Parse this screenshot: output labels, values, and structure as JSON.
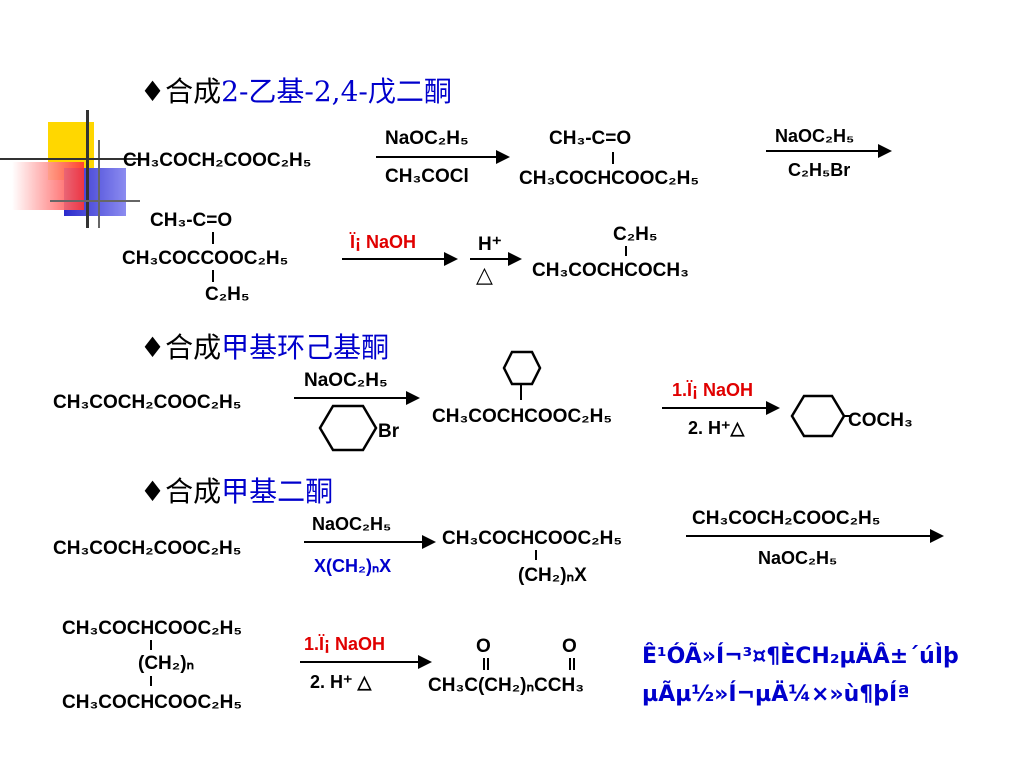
{
  "heading1": {
    "bullet": "♦",
    "prefix": "合成",
    "name": "2-乙基-2,4-戊二酮"
  },
  "heading2": {
    "bullet": "♦",
    "prefix": "合成",
    "name": "甲基环己基酮"
  },
  "heading3": {
    "bullet": "♦",
    "prefix": "合成",
    "name": "甲基二酮"
  },
  "reaction1": {
    "start": "CH₃COCH₂COOC₂H₅",
    "arrow1_top": "NaOC₂H₅",
    "arrow1_bottom": "CH₃COCl",
    "product1_top": "CH₃-C=O",
    "product1_main": "CH₃COCHCOOC₂H₅",
    "arrow2_top": "NaOC₂H₅",
    "arrow2_bottom": "C₂H₅Br",
    "intermediate_top": "CH₃-C=O",
    "intermediate_main": "CH₃COCCOOC₂H₅",
    "intermediate_bottom": "C₂H₅",
    "arrow3_top": "Ï¡ NaOH",
    "arrow4_top": "H⁺",
    "arrow4_bottom": "△",
    "final_top": "C₂H₅",
    "final_main": "CH₃COCHCOCH₃"
  },
  "reaction2": {
    "start": "CH₃COCH₂COOC₂H₅",
    "arrow1_top": "NaOC₂H₅",
    "arrow1_bottom": "Br",
    "product_main": "CH₃COCHCOOC₂H₅",
    "arrow2_top": "1.Ï¡ NaOH",
    "arrow2_bottom": "2. H⁺△",
    "final": "COCH₃"
  },
  "reaction3": {
    "start": "CH₃COCH₂COOC₂H₅",
    "arrow1_top": "NaOC₂H₅",
    "arrow1_bottom": "X(CH₂)ₙX",
    "product_main": "CH₃COCHCOOC₂H₅",
    "product_bottom": "(CH₂)ₙX",
    "arrow2_top": "CH₃COCH₂COOC₂H₅",
    "arrow2_bottom": "NaOC₂H₅"
  },
  "reaction4": {
    "line1": "CH₃COCHCOOC₂H₅",
    "line2": "(CH₂)ₙ",
    "line3": "CH₃COCHCOOC₂H₅",
    "arrow_top": "1.Ï¡ NaOH",
    "arrow_bottom": "2. H⁺ △",
    "o_left": "O",
    "o_right": "O",
    "final": "CH₃C(CH₂)ₙCCH₃",
    "note_line1": "Ê¹ÓÃ»Í¬³¤¶ÈCH₂µÄÂ±´úÌþ",
    "note_line2": "µÃµ½»Í¬µÄ¼×»ù¶þÍª"
  },
  "colors": {
    "accent_blue": "#0000cc",
    "accent_red": "#e00000",
    "deco_yellow": "#ffd700",
    "deco_blue": "#3333cc",
    "deco_red": "#ff3333"
  }
}
